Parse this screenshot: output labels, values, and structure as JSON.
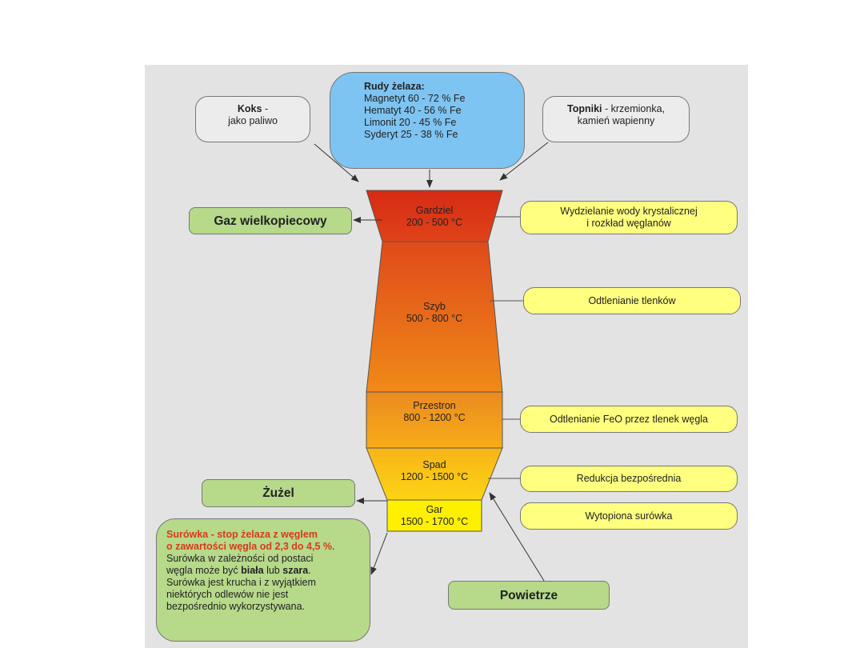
{
  "inputs": {
    "koks": {
      "title": "Koks",
      "suffix": " -",
      "desc": "jako paliwo"
    },
    "rudy": {
      "title": "Rudy żelaza:",
      "lines": [
        "Magnetyt  60 - 72 % Fe",
        "Hematyt  40 - 56 % Fe",
        "Limonit 20 - 45 % Fe",
        "Syderyt 25 - 38 % Fe"
      ]
    },
    "topniki": {
      "title": "Topniki",
      "rest1": " - krzemionka,",
      "rest2": "kamień wapienny"
    }
  },
  "zones": [
    {
      "name": "Gardziel",
      "temp": "200 - 500 °C"
    },
    {
      "name": "Szyb",
      "temp": "500 - 800 °C"
    },
    {
      "name": "Przestron",
      "temp": "800 - 1200 °C"
    },
    {
      "name": "Spad",
      "temp": "1200 - 1500 °C"
    },
    {
      "name": "Gar",
      "temp": "1500 - 1700 °C"
    }
  ],
  "processes": {
    "gardziel_1": "Wydzielanie wody krystalicznej",
    "gardziel_2": "i rozkład węglanów",
    "szyb": "Odtlenianie tlenków",
    "przestron": "Odtlenianie FeO przez tlenek węgla",
    "spad": "Redukcja bezpośrednia",
    "gar": "Wytopiona surówka"
  },
  "outputs": {
    "gaz": "Gaz wielkopiecowy",
    "zuzel": "Żużel",
    "powietrze": "Powietrze"
  },
  "surowka": {
    "red1": "Surówka - stop żelaza z węglem",
    "red2": "o zawartości węgla od 2,3 do 4,5 %",
    "red_end": ".",
    "l1": "Surówka w zależności od postaci",
    "l2a": "węgla może być ",
    "biala": "biała",
    "l2b": " lub ",
    "szara": "szara",
    "l2c": ".",
    "l3": "Surówka jest krucha i z wyjątkiem",
    "l4": "niektórych odlewów nie jest",
    "l5": "bezpośrednio wykorzystywana."
  },
  "colors": {
    "gardziel_top": "#d62a14",
    "gardziel_bottom": "#e0431a",
    "szyb_top": "#e04a1a",
    "szyb_bottom": "#f08a18",
    "przestron_top": "#eb8a20",
    "przestron_bottom": "#f7ad18",
    "spad_top": "#f8b418",
    "spad_bottom": "#fcd414",
    "gar": "#fff000",
    "process_fill": "#ffff80",
    "output_fill": "#b6d98a",
    "ore_fill": "#7ec4f2"
  }
}
